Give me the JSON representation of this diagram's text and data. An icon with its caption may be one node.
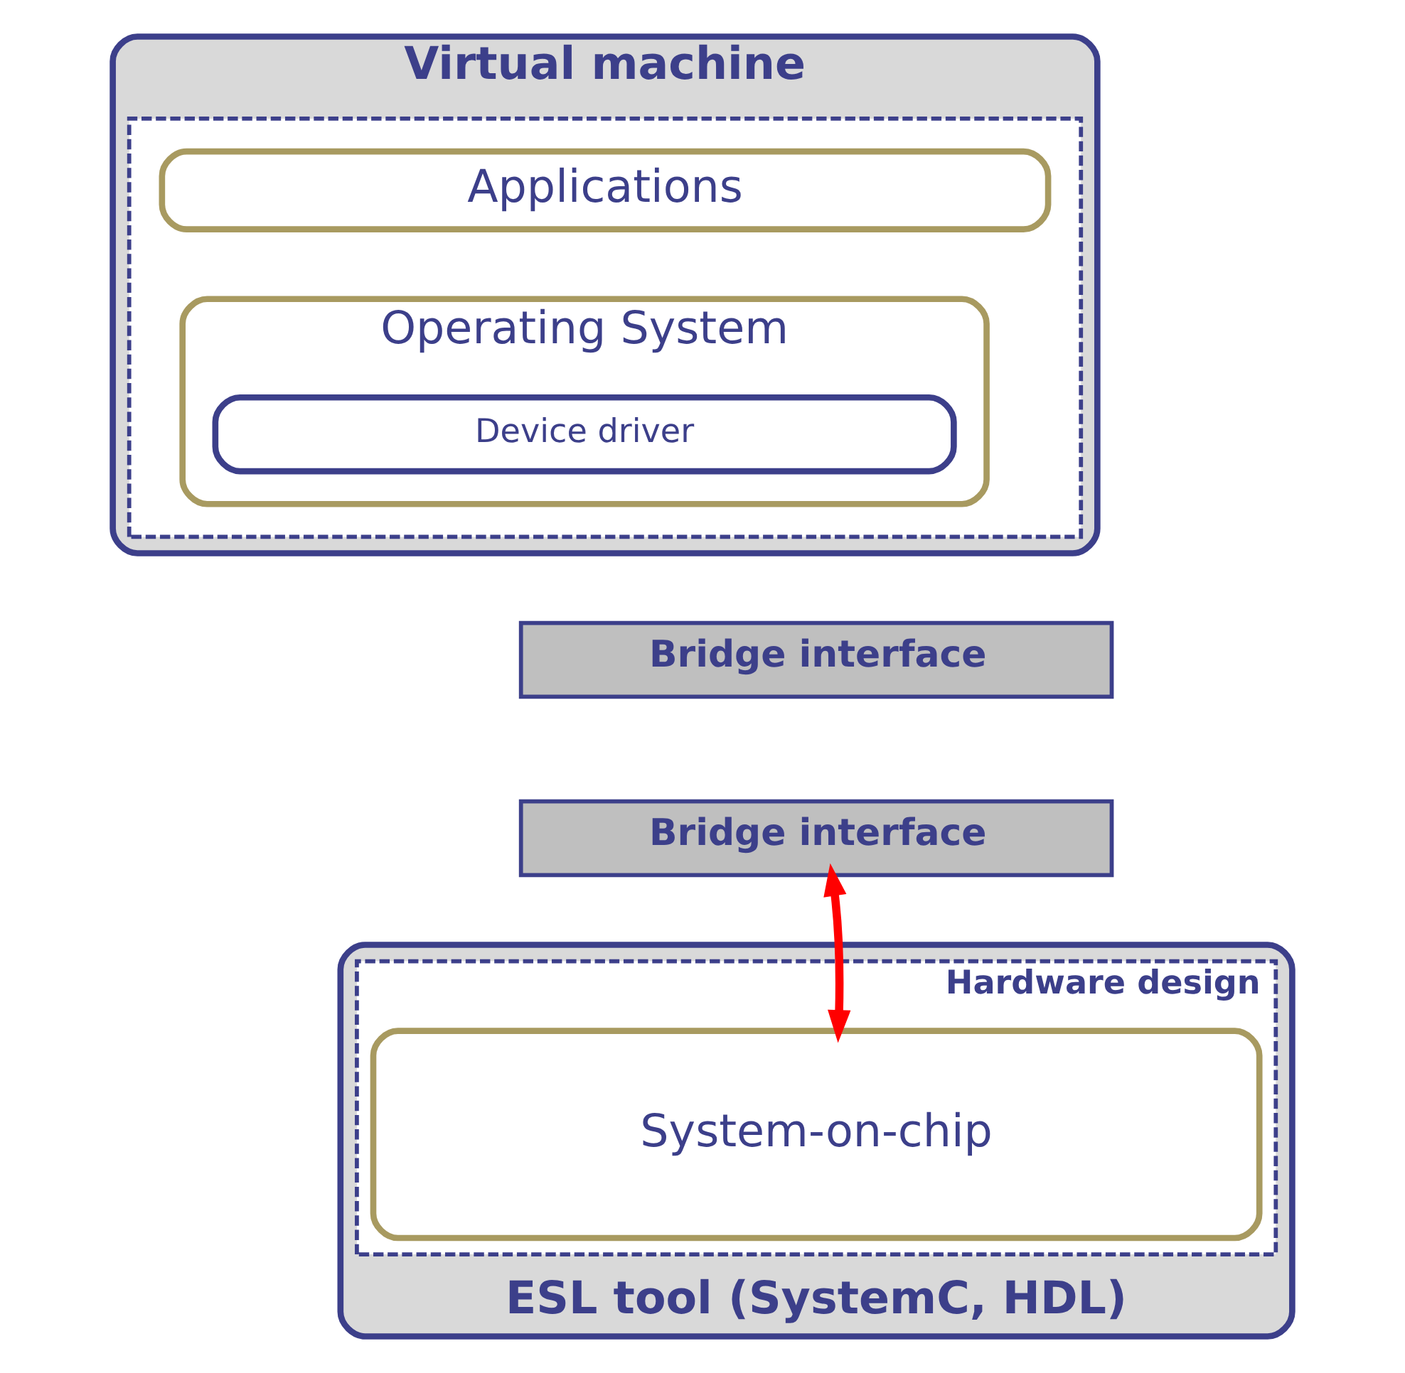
{
  "diagram": {
    "nodes": [
      {
        "text": [
          "Virtual machine"
        ]
      },
      {
        "text": [],
        "shape": "box",
        "in": 0
      },
      {
        "text": [
          "Applications"
        ],
        "in": 1
      },
      {
        "text": [
          "Operating System"
        ],
        "in": 1
      },
      {
        "text": [
          "Device driver"
        ],
        "in": 3
      },
      {
        "text": [
          "Bridge interface"
        ]
      },
      {
        "text": [
          "Bridge interface"
        ]
      },
      {
        "text": [
          "ESL tool (SystemC, HDL)"
        ]
      },
      {
        "text": [
          "Hardware design"
        ],
        "in": 7
      },
      {
        "text": [
          "System-on-chip"
        ],
        "in": 8
      }
    ],
    "edges": [
      {
        "from": 6,
        "to": 9,
        "arrow": "both",
        "color": "#ff0000"
      }
    ]
  }
}
